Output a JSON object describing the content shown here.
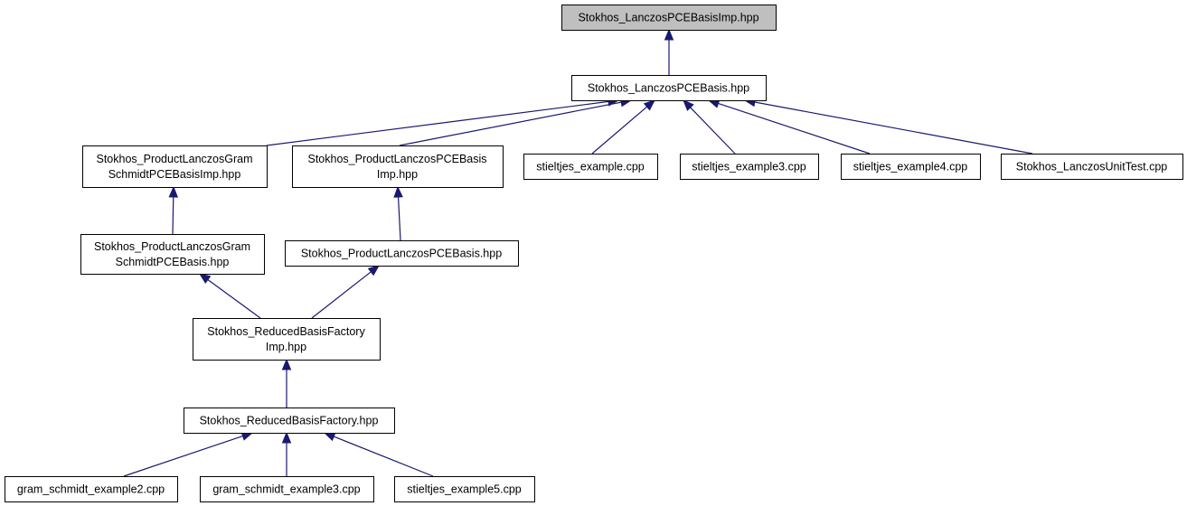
{
  "nodes": [
    {
      "id": "n0",
      "lines": [
        "Stokhos_LanczosPCEBasisImp.hpp"
      ],
      "root": true
    },
    {
      "id": "n1",
      "lines": [
        "Stokhos_LanczosPCEBasis.hpp"
      ]
    },
    {
      "id": "n2",
      "lines": [
        "Stokhos_ProductLanczosGram",
        "SchmidtPCEBasisImp.hpp"
      ]
    },
    {
      "id": "n3",
      "lines": [
        "Stokhos_ProductLanczosPCEBasis",
        "Imp.hpp"
      ]
    },
    {
      "id": "n4",
      "lines": [
        "stieltjes_example.cpp"
      ]
    },
    {
      "id": "n5",
      "lines": [
        "stieltjes_example3.cpp"
      ]
    },
    {
      "id": "n6",
      "lines": [
        "stieltjes_example4.cpp"
      ]
    },
    {
      "id": "n7",
      "lines": [
        "Stokhos_LanczosUnitTest.cpp"
      ]
    },
    {
      "id": "n8",
      "lines": [
        "Stokhos_ProductLanczosGram",
        "SchmidtPCEBasis.hpp"
      ]
    },
    {
      "id": "n9",
      "lines": [
        "Stokhos_ProductLanczosPCEBasis.hpp"
      ]
    },
    {
      "id": "n10",
      "lines": [
        "Stokhos_ReducedBasisFactory",
        "Imp.hpp"
      ]
    },
    {
      "id": "n11",
      "lines": [
        "Stokhos_ReducedBasisFactory.hpp"
      ]
    },
    {
      "id": "n12",
      "lines": [
        "gram_schmidt_example2.cpp"
      ]
    },
    {
      "id": "n13",
      "lines": [
        "gram_schmidt_example3.cpp"
      ]
    },
    {
      "id": "n14",
      "lines": [
        "stieltjes_example5.cpp"
      ]
    }
  ],
  "edges": [
    {
      "from": "n1",
      "to": "n0"
    },
    {
      "from": "n2",
      "to": "n1"
    },
    {
      "from": "n3",
      "to": "n1"
    },
    {
      "from": "n4",
      "to": "n1"
    },
    {
      "from": "n5",
      "to": "n1"
    },
    {
      "from": "n6",
      "to": "n1"
    },
    {
      "from": "n7",
      "to": "n1"
    },
    {
      "from": "n8",
      "to": "n2"
    },
    {
      "from": "n9",
      "to": "n3"
    },
    {
      "from": "n10",
      "to": "n8"
    },
    {
      "from": "n10",
      "to": "n9"
    },
    {
      "from": "n11",
      "to": "n10"
    },
    {
      "from": "n12",
      "to": "n11"
    },
    {
      "from": "n13",
      "to": "n11"
    },
    {
      "from": "n14",
      "to": "n11"
    }
  ],
  "colors": {
    "edge": "#191970",
    "root_fill": "#bfbfbf",
    "node_fill": "#ffffff",
    "border": "#000000"
  }
}
